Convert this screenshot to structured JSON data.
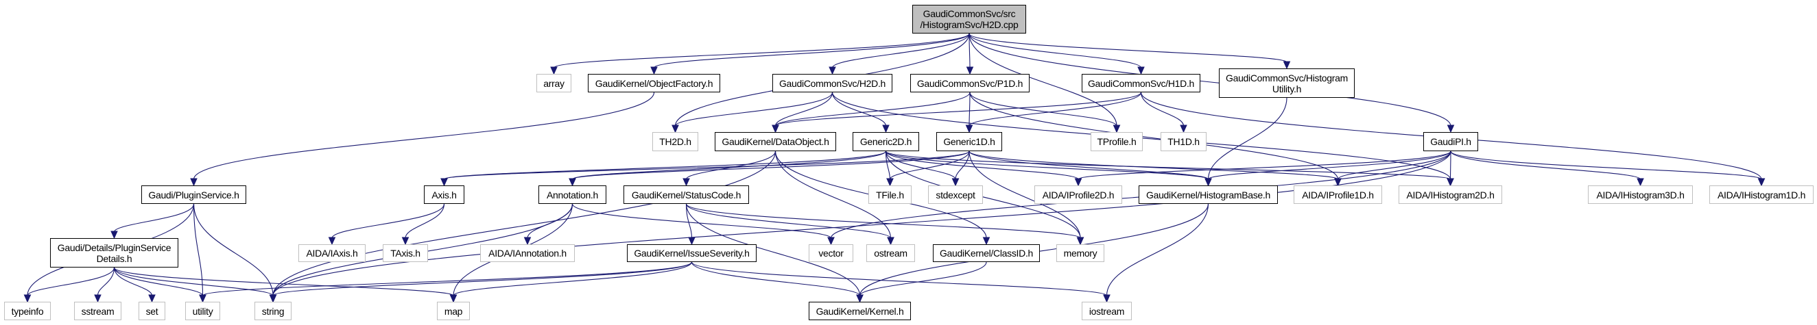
{
  "colors": {
    "edge": "#191970",
    "documented_border": "#000000",
    "undocumented_border": "#bfbfbf",
    "root_fill": "#bfbfbf"
  },
  "nodes": {
    "root": {
      "label": "GaudiCommonSvc/src\n/HistogramSvc/H2D.cpp",
      "kind": "root"
    },
    "array": {
      "label": "array",
      "kind": "ext"
    },
    "objfac": {
      "label": "GaudiKernel/ObjectFactory.h",
      "kind": "doc"
    },
    "h2d": {
      "label": "GaudiCommonSvc/H2D.h",
      "kind": "doc"
    },
    "p1d": {
      "label": "GaudiCommonSvc/P1D.h",
      "kind": "doc"
    },
    "h1d": {
      "label": "GaudiCommonSvc/H1D.h",
      "kind": "doc"
    },
    "hutil": {
      "label": "GaudiCommonSvc/Histogram\nUtility.h",
      "kind": "doc"
    },
    "th2d": {
      "label": "TH2D.h",
      "kind": "ext"
    },
    "dataobj": {
      "label": "GaudiKernel/DataObject.h",
      "kind": "doc"
    },
    "gen2d": {
      "label": "Generic2D.h",
      "kind": "doc"
    },
    "gen1d": {
      "label": "Generic1D.h",
      "kind": "doc"
    },
    "tprofile": {
      "label": "TProfile.h",
      "kind": "ext"
    },
    "th1d": {
      "label": "TH1D.h",
      "kind": "ext"
    },
    "gaudipi": {
      "label": "GaudiPI.h",
      "kind": "doc"
    },
    "plugin": {
      "label": "Gaudi/PluginService.h",
      "kind": "doc"
    },
    "axis": {
      "label": "Axis.h",
      "kind": "doc"
    },
    "annot": {
      "label": "Annotation.h",
      "kind": "doc"
    },
    "status": {
      "label": "GaudiKernel/StatusCode.h",
      "kind": "doc"
    },
    "tfile": {
      "label": "TFile.h",
      "kind": "ext"
    },
    "stdexcept": {
      "label": "stdexcept",
      "kind": "ext"
    },
    "iprof2d": {
      "label": "AIDA/IProfile2D.h",
      "kind": "ext"
    },
    "histbase": {
      "label": "GaudiKernel/HistogramBase.h",
      "kind": "doc"
    },
    "iprof1d": {
      "label": "AIDA/IProfile1D.h",
      "kind": "ext"
    },
    "ihist2d": {
      "label": "AIDA/IHistogram2D.h",
      "kind": "ext"
    },
    "ihist3d": {
      "label": "AIDA/IHistogram3D.h",
      "kind": "ext"
    },
    "ihist1d": {
      "label": "AIDA/IHistogram1D.h",
      "kind": "ext"
    },
    "details": {
      "label": "Gaudi/Details/PluginService\nDetails.h",
      "kind": "doc"
    },
    "iaxis": {
      "label": "AIDA/IAxis.h",
      "kind": "ext"
    },
    "taxis": {
      "label": "TAxis.h",
      "kind": "ext"
    },
    "iannot": {
      "label": "AIDA/IAnnotation.h",
      "kind": "ext"
    },
    "issue": {
      "label": "GaudiKernel/IssueSeverity.h",
      "kind": "doc"
    },
    "vector": {
      "label": "vector",
      "kind": "ext"
    },
    "ostream": {
      "label": "ostream",
      "kind": "ext"
    },
    "classid": {
      "label": "GaudiKernel/ClassID.h",
      "kind": "doc"
    },
    "memory": {
      "label": "memory",
      "kind": "ext"
    },
    "typeinfo": {
      "label": "typeinfo",
      "kind": "ext"
    },
    "sstream": {
      "label": "sstream",
      "kind": "ext"
    },
    "set": {
      "label": "set",
      "kind": "ext"
    },
    "utility": {
      "label": "utility",
      "kind": "ext"
    },
    "string": {
      "label": "string",
      "kind": "ext"
    },
    "map": {
      "label": "map",
      "kind": "ext"
    },
    "kernel": {
      "label": "GaudiKernel/Kernel.h",
      "kind": "doc"
    },
    "iostream": {
      "label": "iostream",
      "kind": "ext"
    }
  },
  "edges": [
    [
      "root",
      "array"
    ],
    [
      "root",
      "objfac"
    ],
    [
      "root",
      "h2d"
    ],
    [
      "root",
      "p1d"
    ],
    [
      "root",
      "h1d"
    ],
    [
      "root",
      "hutil"
    ],
    [
      "root",
      "gaudipi"
    ],
    [
      "root",
      "th2d"
    ],
    [
      "root",
      "tprofile"
    ],
    [
      "objfac",
      "plugin"
    ],
    [
      "plugin",
      "typeinfo"
    ],
    [
      "plugin",
      "details"
    ],
    [
      "plugin",
      "utility"
    ],
    [
      "plugin",
      "string"
    ],
    [
      "details",
      "typeinfo"
    ],
    [
      "details",
      "sstream"
    ],
    [
      "details",
      "set"
    ],
    [
      "details",
      "utility"
    ],
    [
      "details",
      "string"
    ],
    [
      "details",
      "map"
    ],
    [
      "h2d",
      "th2d"
    ],
    [
      "h2d",
      "dataobj"
    ],
    [
      "h2d",
      "gen2d"
    ],
    [
      "h2d",
      "ihist2d"
    ],
    [
      "p1d",
      "dataobj"
    ],
    [
      "p1d",
      "gen1d"
    ],
    [
      "p1d",
      "tprofile"
    ],
    [
      "p1d",
      "iprof1d"
    ],
    [
      "h1d",
      "dataobj"
    ],
    [
      "h1d",
      "gen1d"
    ],
    [
      "h1d",
      "th1d"
    ],
    [
      "h1d",
      "ihist1d"
    ],
    [
      "hutil",
      "histbase"
    ],
    [
      "dataobj",
      "status"
    ],
    [
      "dataobj",
      "classid"
    ],
    [
      "dataobj",
      "ostream"
    ],
    [
      "dataobj",
      "string"
    ],
    [
      "gen2d",
      "axis"
    ],
    [
      "gen2d",
      "annot"
    ],
    [
      "gen2d",
      "tfile"
    ],
    [
      "gen2d",
      "stdexcept"
    ],
    [
      "gen2d",
      "iprof2d"
    ],
    [
      "gen2d",
      "histbase"
    ],
    [
      "gen2d",
      "ihist2d"
    ],
    [
      "gen2d",
      "memory"
    ],
    [
      "gen1d",
      "axis"
    ],
    [
      "gen1d",
      "annot"
    ],
    [
      "gen1d",
      "tfile"
    ],
    [
      "gen1d",
      "stdexcept"
    ],
    [
      "gen1d",
      "histbase"
    ],
    [
      "gen1d",
      "iprof1d"
    ],
    [
      "gen1d",
      "memory"
    ],
    [
      "axis",
      "iaxis"
    ],
    [
      "axis",
      "taxis"
    ],
    [
      "annot",
      "map"
    ],
    [
      "annot",
      "iannot"
    ],
    [
      "annot",
      "string"
    ],
    [
      "annot",
      "vector"
    ],
    [
      "status",
      "issue"
    ],
    [
      "status",
      "kernel"
    ],
    [
      "status",
      "ostream"
    ],
    [
      "status",
      "memory"
    ],
    [
      "issue",
      "string"
    ],
    [
      "issue",
      "utility"
    ],
    [
      "issue",
      "map"
    ],
    [
      "issue",
      "kernel"
    ],
    [
      "issue",
      "iostream"
    ],
    [
      "classid",
      "kernel"
    ],
    [
      "histbase",
      "kernel"
    ],
    [
      "histbase",
      "iostream"
    ],
    [
      "gaudipi",
      "iprof2d"
    ],
    [
      "gaudipi",
      "histbase"
    ],
    [
      "gaudipi",
      "iprof1d"
    ],
    [
      "gaudipi",
      "ihist2d"
    ],
    [
      "gaudipi",
      "ihist3d"
    ],
    [
      "gaudipi",
      "ihist1d"
    ],
    [
      "gaudipi",
      "vector"
    ],
    [
      "gaudipi",
      "string"
    ]
  ]
}
